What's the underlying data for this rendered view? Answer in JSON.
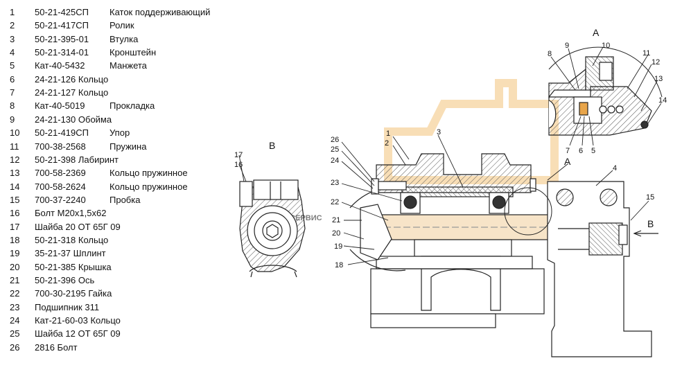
{
  "parts": [
    {
      "num": "1",
      "code": "50-21-425СП",
      "name": "Каток поддерживающий"
    },
    {
      "num": "2",
      "code": "50-21-417СП",
      "name": "Ролик"
    },
    {
      "num": "3",
      "code": "50-21-395-01",
      "name": "Втулка"
    },
    {
      "num": "4",
      "code": "50-21-314-01",
      "name": "Кронштейн"
    },
    {
      "num": "5",
      "code": "Кат-40-5432",
      "name": "Манжета"
    },
    {
      "num": "6",
      "code": "",
      "name": "",
      "text": "24-21-126 Кольцо"
    },
    {
      "num": "7",
      "code": "",
      "name": "",
      "text": "24-21-127 Кольцо"
    },
    {
      "num": "8",
      "code": "Кат-40-5019",
      "name": "Прокладка"
    },
    {
      "num": "9",
      "code": "",
      "name": "",
      "text": "24-21-130 Обойма"
    },
    {
      "num": "10",
      "code": "50-21-419СП",
      "name": "Упор"
    },
    {
      "num": "11",
      "code": "700-38-2568",
      "name": "Пружина"
    },
    {
      "num": "12",
      "code": "",
      "name": "",
      "text": "50-21-398 Лабиринт"
    },
    {
      "num": "13",
      "code": "700-58-2369",
      "name": "Кольцо пружинное"
    },
    {
      "num": "14",
      "code": "700-58-2624",
      "name": "Кольцо пружинное"
    },
    {
      "num": "15",
      "code": "700-37-2240",
      "name": "Пробка"
    },
    {
      "num": "16",
      "code": "",
      "name": "",
      "text": "Болт М20х1,5х62"
    },
    {
      "num": "17",
      "code": "",
      "name": "",
      "text": "Шайба 20 ОТ 65Г 09"
    },
    {
      "num": "18",
      "code": "",
      "name": "",
      "text": "50-21-318 Кольцо"
    },
    {
      "num": "19",
      "code": "",
      "name": "",
      "text": "35-21-37    Шплинт"
    },
    {
      "num": "20",
      "code": "",
      "name": "",
      "text": "50-21-385 Крышка"
    },
    {
      "num": "21",
      "code": "",
      "name": "",
      "text": "50-21-396 Ось"
    },
    {
      "num": "22",
      "code": "",
      "name": "",
      "text": "700-30-2195 Гайка"
    },
    {
      "num": "23",
      "code": "",
      "name": "",
      "text": "Подшипник 311"
    },
    {
      "num": "24",
      "code": "",
      "name": "",
      "text": "Кат-21-60-03 Кольцо"
    },
    {
      "num": "25",
      "code": "",
      "name": "",
      "text": "Шайба 12 ОТ 65Г 09"
    },
    {
      "num": "26",
      "code": "",
      "name": "",
      "text": "2816 Болт"
    }
  ],
  "labels": {
    "view_a": "А",
    "view_b": "В",
    "section_a": "А",
    "arrow_b": "В"
  },
  "callouts": {
    "c1": "1",
    "c2": "2",
    "c3": "3",
    "c4": "4",
    "c5": "5",
    "c6": "6",
    "c7": "7",
    "c8": "8",
    "c9": "9",
    "c10": "10",
    "c11": "11",
    "c12": "12",
    "c13": "13",
    "c14": "14",
    "c15": "15",
    "c16": "16",
    "c17": "17",
    "c18": "18",
    "c19": "19",
    "c20": "20",
    "c21": "21",
    "c22": "22",
    "c23": "23",
    "c24": "24",
    "c25": "25",
    "c26": "26"
  },
  "watermark": "МАШСЕРВИС",
  "colors": {
    "watermark": "#f3c27a",
    "line": "#222222",
    "hatch": "#555555",
    "accent_orange": "#e8a54a"
  }
}
